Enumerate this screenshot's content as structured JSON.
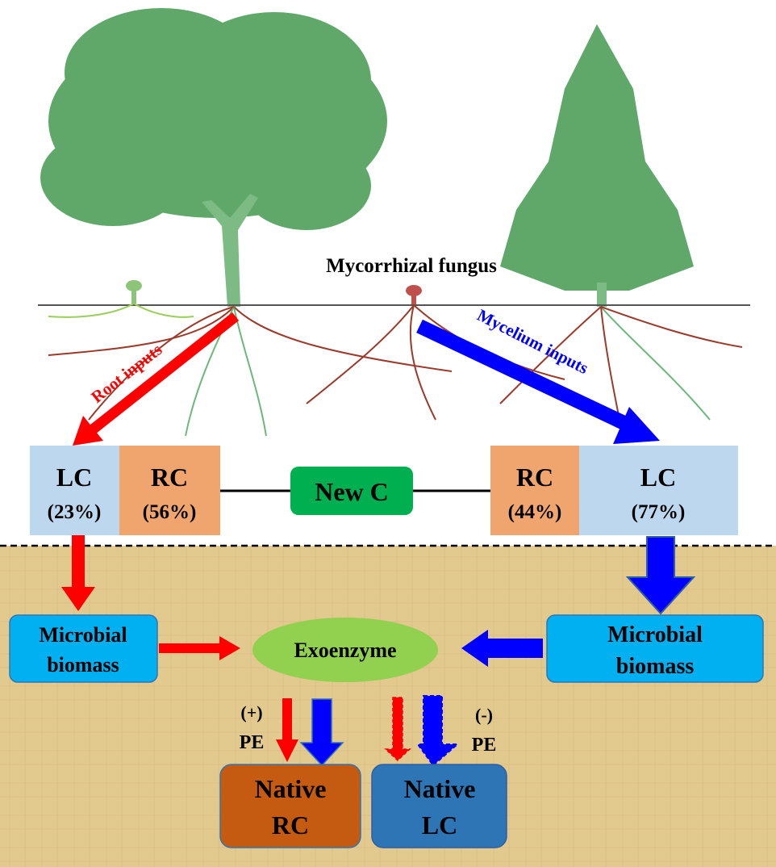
{
  "title": "Mycorrhizal fungus",
  "arrows": {
    "root_inputs": "Root inputs",
    "mycelium_inputs": "Mycelium inputs"
  },
  "left_pool": {
    "lc": "LC",
    "lc_pct": "(23%)",
    "rc": "RC",
    "rc_pct": "(56%)"
  },
  "center": {
    "new_c": "New C"
  },
  "right_pool": {
    "rc": "RC",
    "rc_pct": "(44%)",
    "lc": "LC",
    "lc_pct": "(77%)"
  },
  "microbial_left": {
    "line1": "Microbial",
    "line2": "biomass"
  },
  "microbial_right": {
    "line1": "Microbial",
    "line2": "biomass"
  },
  "exoenzyme": "Exoenzyme",
  "pe_positive": {
    "sign": "(+)",
    "label": "PE"
  },
  "pe_negative": {
    "sign": "(-)",
    "label": "PE"
  },
  "native_rc": {
    "line1": "Native",
    "line2": "RC"
  },
  "native_lc": {
    "line1": "Native",
    "line2": "LC"
  },
  "colors": {
    "root": "#ff0000",
    "mycelium": "#0000ff",
    "lc": "#bdd7ee",
    "rc": "#f0a56e",
    "new_c": "#00b050",
    "microbial": "#00b0f0",
    "exoenzyme": "#92d050",
    "native_rc": "#c55a11",
    "native_lc": "#2e75b6",
    "tree": "#5fa86a"
  }
}
